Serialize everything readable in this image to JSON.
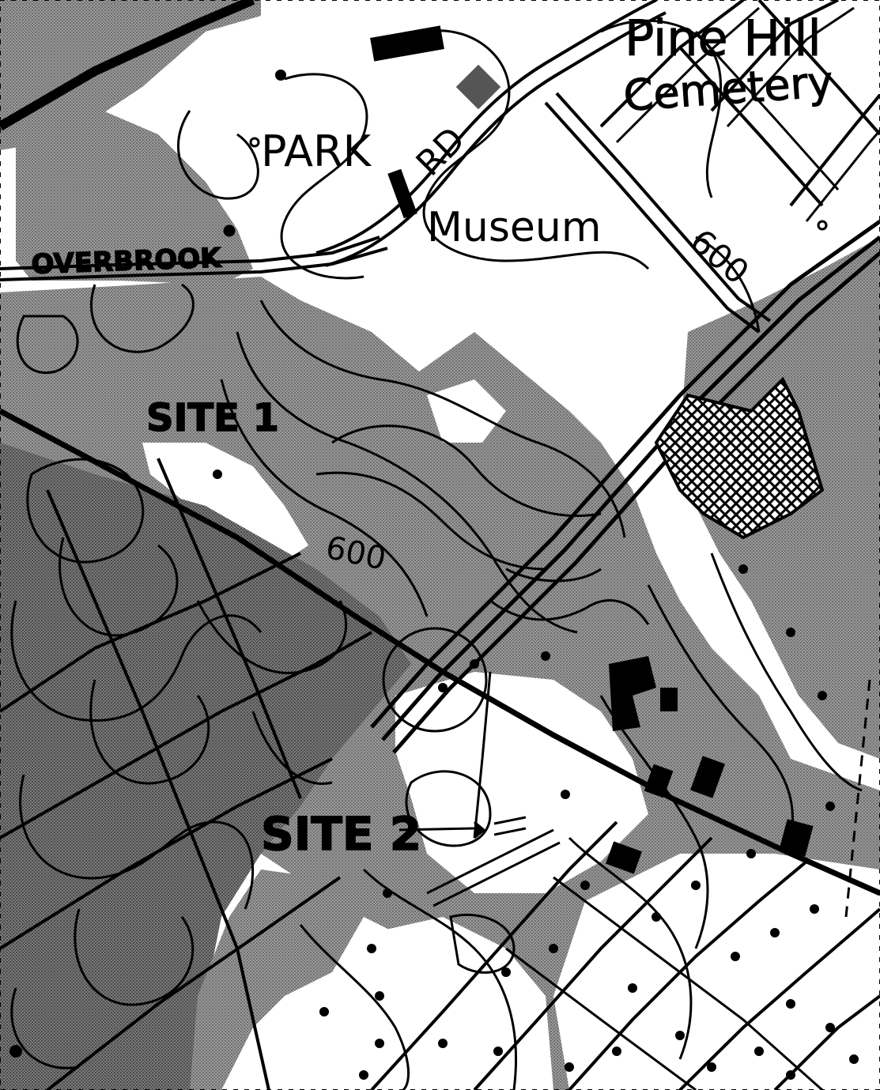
{
  "map": {
    "colors": {
      "paper": "#ffffff",
      "ink": "#000000",
      "wooded_shade": "#8f8f8f",
      "dense_shade": "#5e5e5e"
    },
    "labels": {
      "pine_hill": "Pine Hill",
      "cemetery": "Cemetery",
      "park": "PARK",
      "rd": "RD",
      "museum": "Museum",
      "overbrook": "OVERBROOK",
      "contour_600_top": "600",
      "contour_600_mid": "600",
      "site1": "SITE 1",
      "site2": "SITE 2"
    }
  }
}
